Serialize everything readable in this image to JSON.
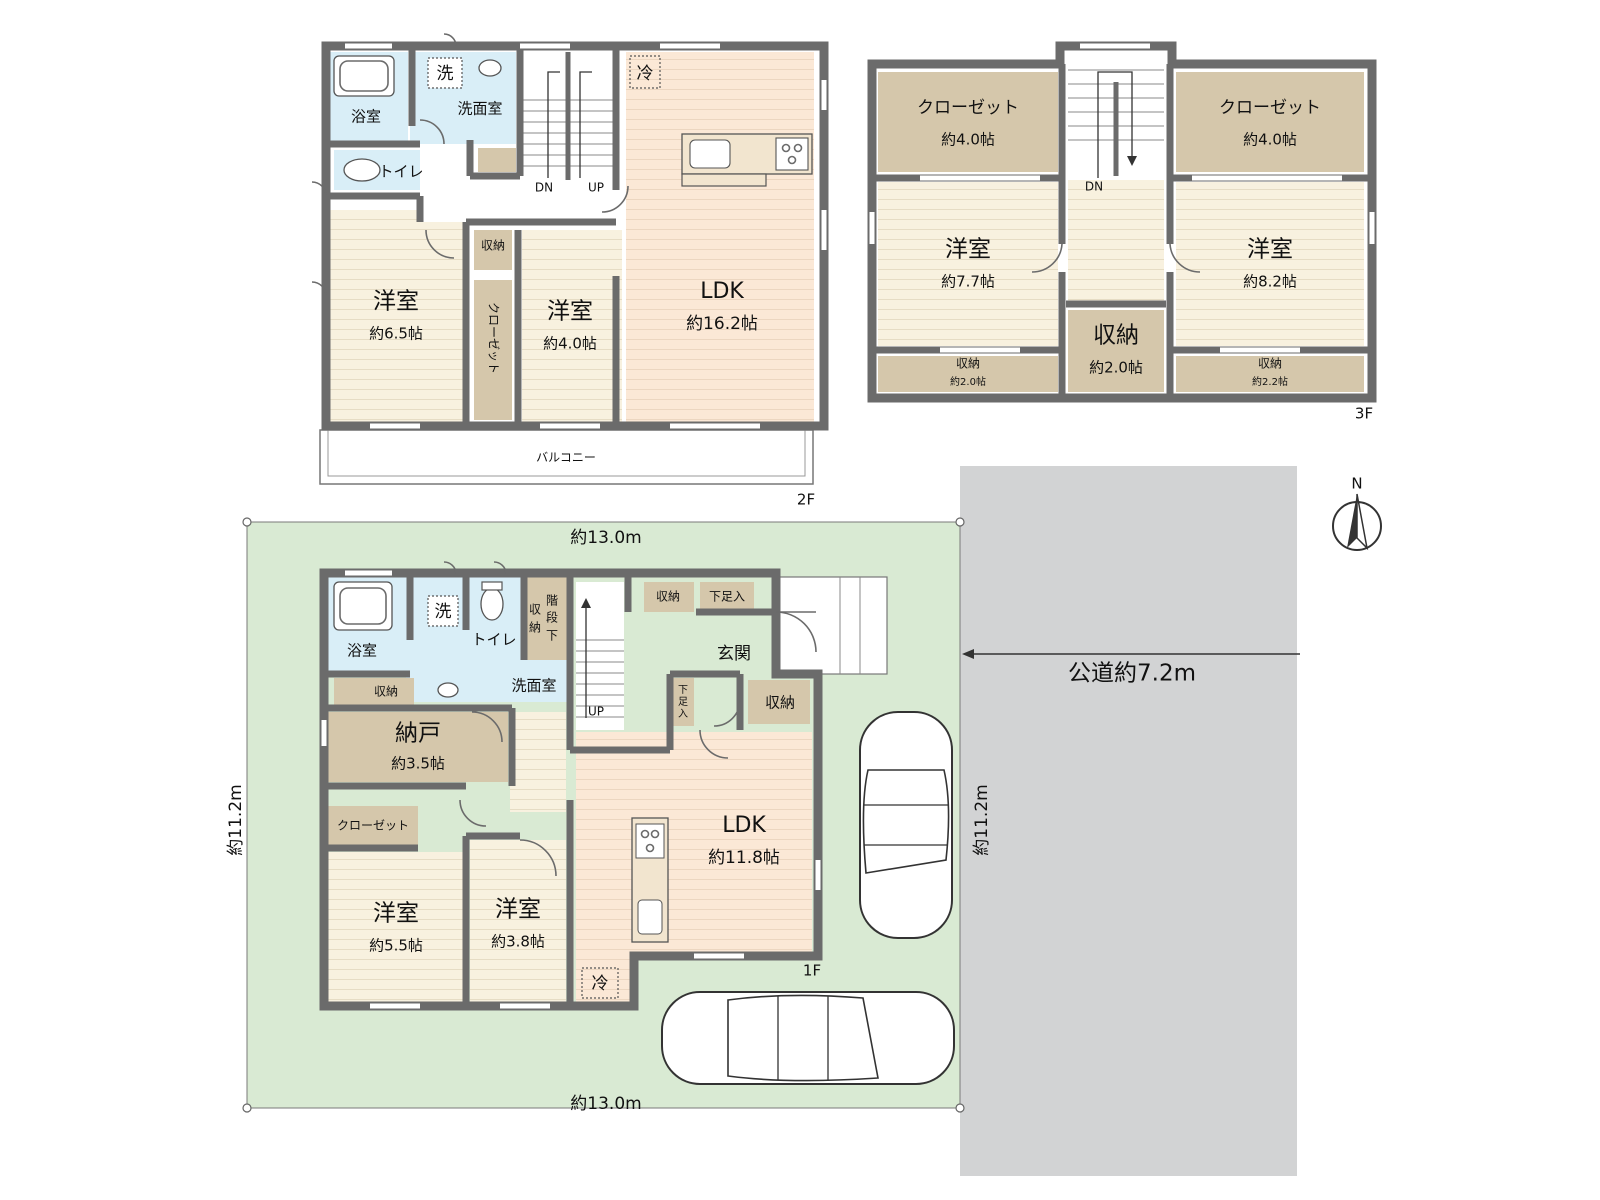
{
  "floor_labels": {
    "f1": "1F",
    "f2": "2F",
    "f3": "3F"
  },
  "compass": "N",
  "road": {
    "label": "公道約7.2m"
  },
  "site": {
    "top_width": "約13.0m",
    "bottom_width": "約13.0m",
    "left_depth": "約11.2m",
    "right_depth": "約11.2m"
  },
  "floor2": {
    "bath": "浴室",
    "washer": "洗",
    "washroom": "洗面室",
    "toilet": "トイレ",
    "fridge": "冷",
    "storage": "収納",
    "closet": "クローゼット",
    "room_a": {
      "name": "洋室",
      "size": "約6.5帖"
    },
    "room_b": {
      "name": "洋室",
      "size": "約4.0帖"
    },
    "ldk": {
      "name": "LDK",
      "size": "約16.2帖"
    },
    "stair_dn": "DN",
    "stair_up": "UP",
    "balcony": "バルコニー"
  },
  "floor3": {
    "closet_l": {
      "name": "クローゼット",
      "size": "約4.0帖"
    },
    "closet_r": {
      "name": "クローゼット",
      "size": "約4.0帖"
    },
    "room_l": {
      "name": "洋室",
      "size": "約7.7帖"
    },
    "room_r": {
      "name": "洋室",
      "size": "約8.2帖"
    },
    "storage_c": {
      "name": "収納",
      "size": "約2.0帖"
    },
    "storage_l": {
      "name": "収納",
      "size": "約2.0帖"
    },
    "storage_r": {
      "name": "収納",
      "size": "約2.2帖"
    },
    "stair_dn": "DN"
  },
  "floor1": {
    "bath": "浴室",
    "washer": "洗",
    "toilet": "トイレ",
    "stair_storage": [
      "階",
      "段",
      "下",
      "収",
      "納"
    ],
    "storage_top": "収納",
    "shoe_storage": "下足入",
    "entrance": "玄関",
    "washroom": "洗面室",
    "storage_wash": "収納",
    "nando": {
      "name": "納戸",
      "size": "約3.5帖"
    },
    "shoe_small": [
      "下",
      "足",
      "入"
    ],
    "storage_right": "収納",
    "stair_up": "UP",
    "closet": "クローゼット",
    "ldk": {
      "name": "LDK",
      "size": "約11.8帖"
    },
    "room_a": {
      "name": "洋室",
      "size": "約5.5帖"
    },
    "room_b": {
      "name": "洋室",
      "size": "約3.8帖"
    },
    "fridge": "冷"
  },
  "colors": {
    "lot": "#d9ead3",
    "road": "#d2d3d4",
    "wall": "#6b6b6b",
    "floor_wood": "#f8f1df",
    "ldk_floor": "#fbe8d6",
    "wet_area": "#d9eef7",
    "storage": "#d5c7ab",
    "hall": "#ffffff"
  }
}
